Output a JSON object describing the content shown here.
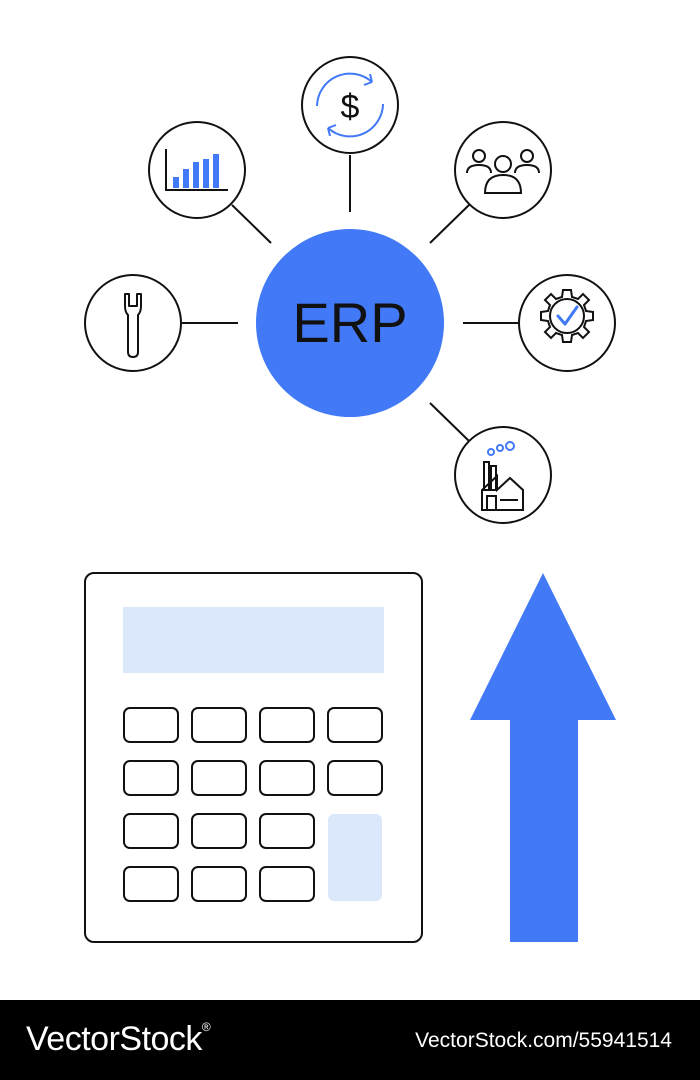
{
  "hub": {
    "label": "ERP"
  },
  "satellites": [
    {
      "icon": "wrench-icon"
    },
    {
      "icon": "bar-chart-icon"
    },
    {
      "icon": "dollar-refresh-icon"
    },
    {
      "icon": "team-icon"
    },
    {
      "icon": "gear-check-icon"
    },
    {
      "icon": "factory-icon"
    }
  ],
  "calculator": {
    "icon": "calculator-icon",
    "keys": 15
  },
  "arrow": {
    "icon": "up-arrow-icon",
    "direction": "up"
  },
  "footer": {
    "brand": "VectorStock",
    "registered": "®",
    "url": "VectorStock.com/55941514"
  },
  "colors": {
    "accent": "#4179f7",
    "light_accent": "#dbe7fb",
    "line": "#111111",
    "footer_bg": "#000000"
  }
}
